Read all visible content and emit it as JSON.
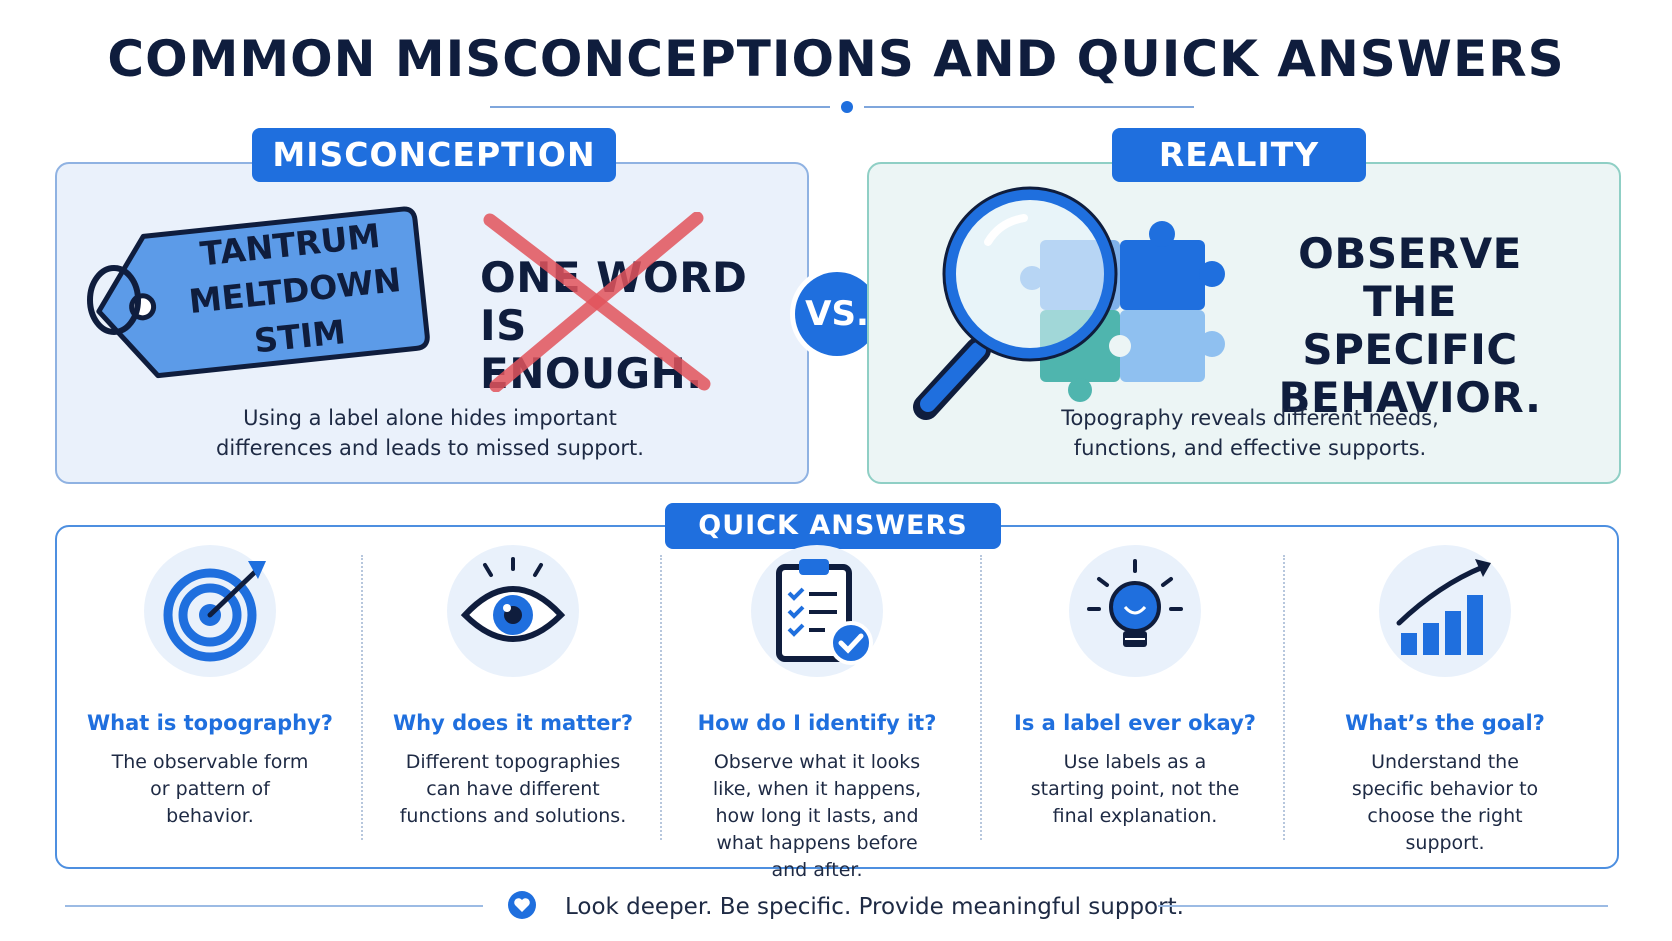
{
  "header": {
    "title": "COMMON MISCONCEPTIONS AND QUICK ANSWERS"
  },
  "misconception": {
    "tab": "MISCONCEPTION",
    "tag_lines": [
      "TANTRUM",
      "MELTDOWN",
      "STIM"
    ],
    "crossed_lines": [
      "ONE WORD",
      "IS ENOUGH."
    ],
    "description": [
      "Using a label alone hides important",
      "differences and leads to missed support."
    ]
  },
  "vs_label": "VS.",
  "reality": {
    "tab": "REALITY",
    "headline": [
      "OBSERVE THE",
      "SPECIFIC",
      "BEHAVIOR."
    ],
    "description": [
      "Topography reveals different needs,",
      "functions, and effective supports."
    ]
  },
  "quick_answers": {
    "tab": "QUICK ANSWERS",
    "items": [
      {
        "icon": "target-icon",
        "title": "What is topography?",
        "text": "The observable form or pattern of behavior."
      },
      {
        "icon": "eye-icon",
        "title": "Why does it matter?",
        "text": "Different topographies can have different functions and solutions."
      },
      {
        "icon": "clipboard-check-icon",
        "title": "How do I identify it?",
        "text": "Observe what it looks like, when it happens, how long it lasts, and what happens before and after."
      },
      {
        "icon": "lightbulb-icon",
        "title": "Is a label ever okay?",
        "text": "Use labels as a starting point, not the final explanation."
      },
      {
        "icon": "growth-chart-icon",
        "title": "What’s the goal?",
        "text": "Understand the specific behavior to choose the right support."
      }
    ]
  },
  "footer": {
    "text": "Look deeper. Be specific. Provide meaningful support."
  },
  "colors": {
    "primary": "#1f6fde",
    "navy": "#0f1d3d",
    "teal": "#4fb5ae",
    "cross": "#e2545c"
  }
}
